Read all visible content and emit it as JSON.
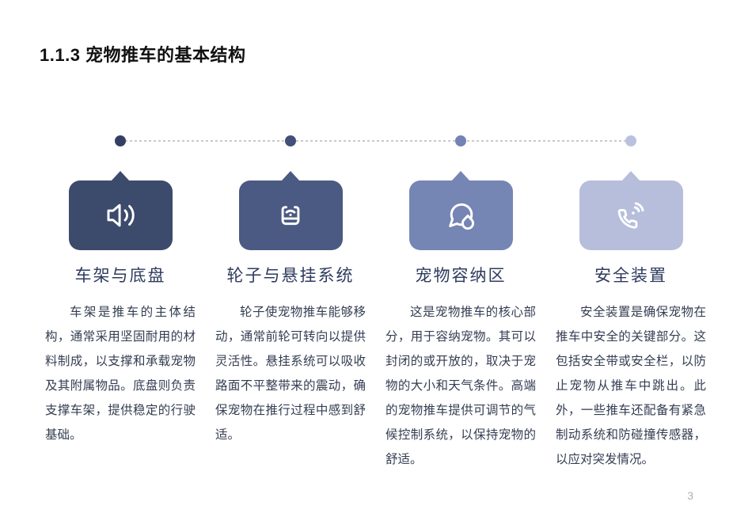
{
  "page": {
    "title": "1.1.3 宠物推车的基本结构",
    "page_number": "3",
    "background_color": "#ffffff"
  },
  "timeline": {
    "line_color": "#c9c9c9",
    "dot_colors": [
      "#333f62",
      "#42507a",
      "#7383b3",
      "#bac1de"
    ]
  },
  "text_colors": {
    "title": "#111111",
    "heading": "#2e3b5e",
    "body": "#343d52",
    "page_number": "#b0b0b0"
  },
  "sections": [
    {
      "icon": "speaker-volume-icon",
      "card_color": "#3c4a6b",
      "heading": "车架与底盘",
      "body": "车架是推车的主体结构，通常采用坚固耐用的材料制成，以支撑和承载宠物及其附属物品。底盘则负责支撑车架，提供稳定的行驶基础。"
    },
    {
      "icon": "smart-basket-wifi-icon",
      "card_color": "#4a5a82",
      "heading": "轮子与悬挂系统",
      "body": "轮子使宠物推车能够移动，通常前轮可转向以提供灵活性。悬挂系统可以吸收路面不平整带来的震动，确保宠物在推行过程中感到舒适。"
    },
    {
      "icon": "chat-bubble-droplet-icon",
      "card_color": "#7585b4",
      "heading": "宠物容纳区",
      "body": "这是宠物推车的核心部分，用于容纳宠物。其可以封闭的或开放的，取决于宠物的大小和天气条件。高端的宠物推车提供可调节的气候控制系统，以保持宠物的舒适。"
    },
    {
      "icon": "phone-call-icon",
      "card_color": "#b7bedb",
      "heading": "安全装置",
      "body": "安全装置是确保宠物在推车中安全的关键部分。这包括安全带或安全栏，以防止宠物从推车中跳出。此外，一些推车还配备有紧急制动系统和防碰撞传感器，以应对突发情况。"
    }
  ]
}
